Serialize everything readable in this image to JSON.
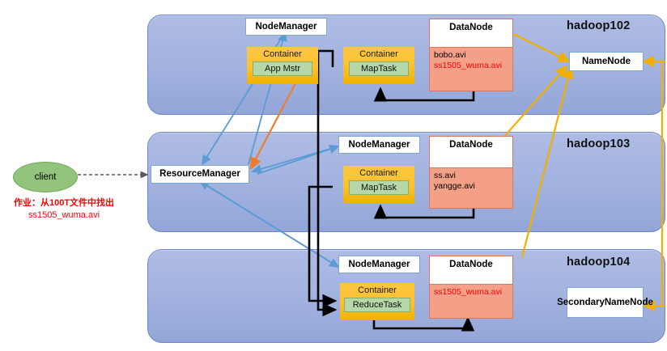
{
  "diagram": {
    "title": "Hadoop YARN / HDFS job execution topology",
    "colors": {
      "panel": "#a4b4e0",
      "container": "#fbc130",
      "task": "#b6d7a8",
      "datanode_body": "#f4a089",
      "client": "#93c47d",
      "hdfs_arrow": "#f2af00",
      "yarn_arrow": "#5b9bd5",
      "appmstr_arrow": "#ed7d31",
      "data_arrow": "#000000",
      "hot_file": "#ff0000"
    }
  },
  "client": {
    "label": "client",
    "caption_line1": "作业：从100T文件中找出",
    "caption_line2": "ss1505_wuma.avi"
  },
  "hosts": [
    {
      "name": "hadoop102",
      "node_manager": "NodeManager",
      "containers": [
        {
          "title": "Container",
          "task": "App Mstr"
        },
        {
          "title": "Container",
          "task": "MapTask"
        }
      ],
      "datanode": {
        "title": "DataNode",
        "files": [
          {
            "name": "bobo.avi",
            "hot": false
          },
          {
            "name": "ss1505_wuma.avi",
            "hot": true
          }
        ]
      },
      "master": "NameNode"
    },
    {
      "name": "hadoop103",
      "node_manager": "NodeManager",
      "containers": [
        {
          "title": "Container",
          "task": "MapTask"
        }
      ],
      "datanode": {
        "title": "DataNode",
        "files": [
          {
            "name": "ss.avi",
            "hot": false
          },
          {
            "name": "yangge.avi",
            "hot": false
          }
        ]
      },
      "master": ""
    },
    {
      "name": "hadoop104",
      "node_manager": "NodeManager",
      "containers": [
        {
          "title": "Container",
          "task": "ReduceTask"
        }
      ],
      "datanode": {
        "title": "DataNode",
        "files": [
          {
            "name": "ss1505_wuma.avi",
            "hot": true
          }
        ]
      },
      "master": "SecondaryNameNode"
    }
  ],
  "resource_manager": {
    "label": "ResourceManager"
  }
}
